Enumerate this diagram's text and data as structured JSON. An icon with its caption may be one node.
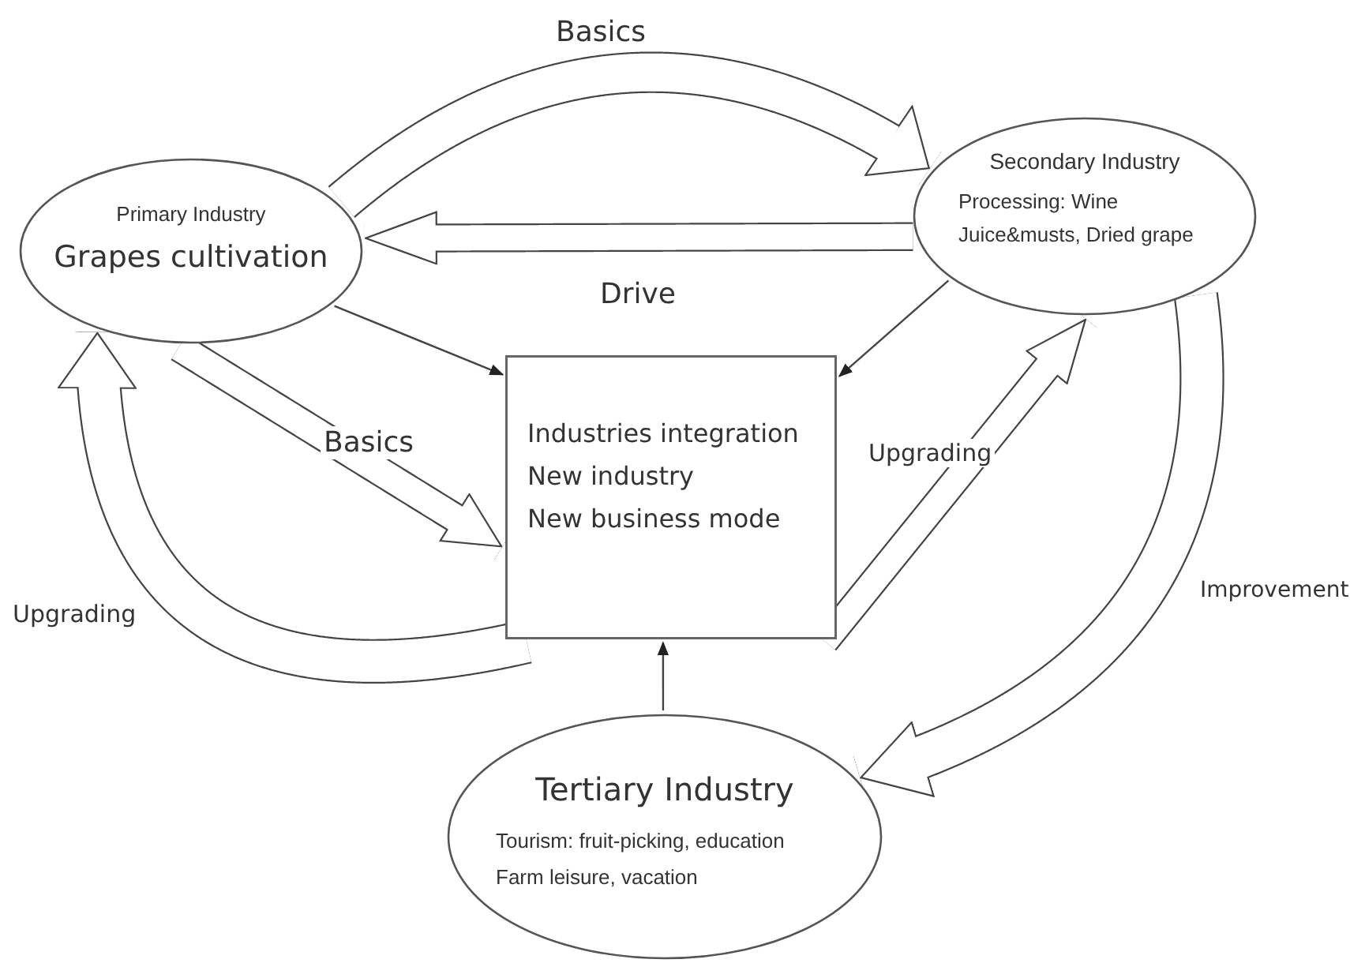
{
  "diagram": {
    "nodes": [
      {
        "text": [
          "Primary Industry",
          "Grapes cultivation"
        ]
      },
      {
        "text": [
          "Secondary Industry",
          "Processing: Wine Juice&musts, Dried grape"
        ]
      },
      {
        "text": [
          "Industries integration",
          "New industry",
          "New business mode"
        ]
      },
      {
        "text": [
          "Tertiary Industry",
          "Tourism: fruit-picking, education Farm leisure, vacation"
        ]
      }
    ],
    "edges": [
      {
        "from": 0,
        "to": 1,
        "arrow": "to",
        "label": "Basics"
      },
      {
        "from": 1,
        "to": 0,
        "arrow": "to",
        "label": "Drive"
      },
      {
        "from": 0,
        "to": 2,
        "arrow": "to"
      },
      {
        "from": 1,
        "to": 2,
        "arrow": "to"
      },
      {
        "from": 0,
        "to": 2,
        "arrow": "to",
        "label": "Basics"
      },
      {
        "from": 2,
        "to": 0,
        "arrow": "to",
        "label": "Upgrading"
      },
      {
        "from": 2,
        "to": 1,
        "arrow": "to",
        "label": "Upgrading"
      },
      {
        "from": 1,
        "to": 3,
        "arrow": "to",
        "label": "Improvement"
      },
      {
        "from": 3,
        "to": 2,
        "arrow": "to"
      }
    ]
  }
}
